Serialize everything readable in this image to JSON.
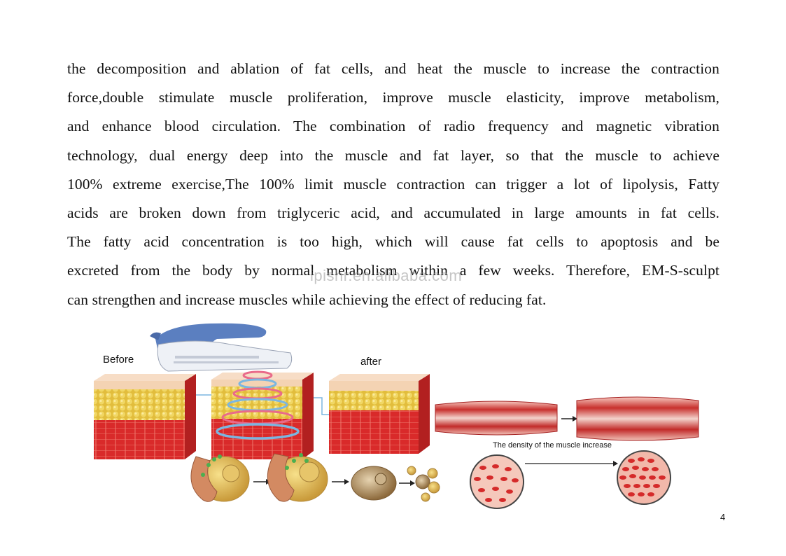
{
  "text": {
    "lines": [
      "the decomposition and ablation of fat cells, and heat the muscle to increase the contraction",
      "force,double stimulate muscle proliferation, improve muscle elasticity, improve metabolism,",
      "and enhance blood circulation. The combination of radio frequency and magnetic vibration",
      "technology, dual energy deep into the muscle and fat layer, so that the muscle to achieve",
      "100% extreme exercise,The 100% limit muscle contraction can trigger a lot of lipolysis, Fatty",
      "acids are broken down from triglyceric acid, and accumulated in large amounts in fat cells.",
      "The fatty acid concentration is too high, which will cause fat cells to apoptosis and be",
      "excreted from the body by normal metabolism within a few weeks. Therefore, EM-S-sculpt",
      "can strengthen and increase muscles while achieving the effect of reducing fat."
    ]
  },
  "watermark": "ipishr.en.alibaba.com",
  "figure": {
    "before_label": "Before",
    "after_label": "after",
    "muscle_caption": "The density of the muscle increase"
  },
  "page_number": "4",
  "colors": {
    "skin": "#f3cfae",
    "fat": "#e6c54a",
    "muscle": "#d9262a",
    "device": "#5b7fc0"
  }
}
